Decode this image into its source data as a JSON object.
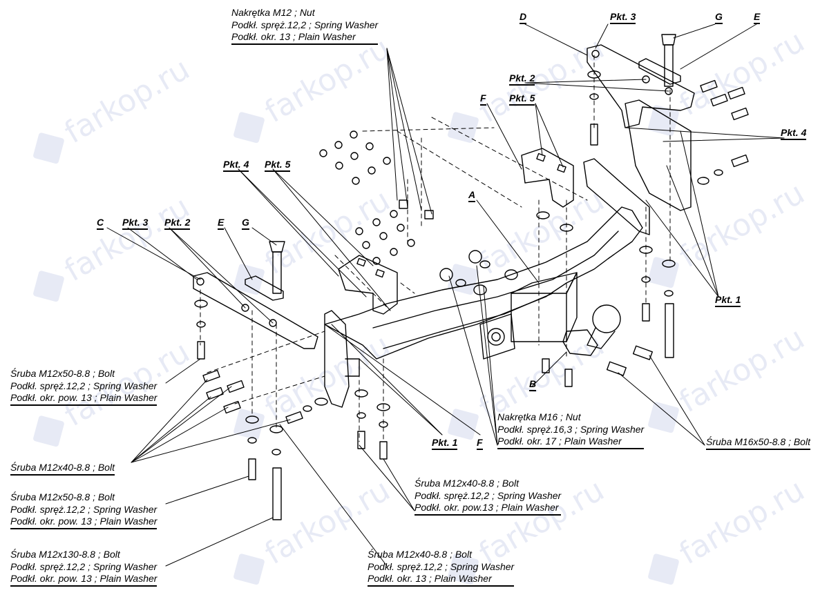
{
  "watermark": {
    "text": "farkop.ru"
  },
  "labels": {
    "top_nut": [
      "Nakrętka  M12 ; Nut",
      "Podkł. spręż.12,2 ; Spring Washer",
      "Podkł. okr. 13 ; Plain Washer"
    ],
    "D": "D",
    "pkt3_top": "Pkt. 3",
    "G_top": "G",
    "E_top": "E",
    "pkt2_top": "Pkt. 2",
    "F_top": "F",
    "pkt5_top": "Pkt. 5",
    "pkt4_right": "Pkt. 4",
    "A": "A",
    "pkt4_left": "Pkt. 4",
    "pkt5_left": "Pkt. 5",
    "C": "C",
    "pkt3_left": "Pkt. 3",
    "pkt2_left": "Pkt. 2",
    "E_left": "E",
    "G_left": "G",
    "pkt1_right": "Pkt. 1",
    "B": "B",
    "pkt1_bottom": "Pkt. 1",
    "F_bottom": "F",
    "bolt_m12x50_left": [
      "Śruba M12x50-8.8 ;  Bolt",
      "Podkł. spręż.12,2 ; Spring Washer",
      "Podkł. okr. pow. 13 ; Plain Washer"
    ],
    "bolt_m12x40_left": "Śruba M12x40-8.8 ;  Bolt",
    "nut_m16": [
      "Nakrętka  M16 ; Nut",
      "Podkł. spręż.16,3 ; Spring Washer",
      "Podkł. okr. 17 ; Plain Washer"
    ],
    "bolt_m16x50": "Śruba M16x50-8.8 ;  Bolt",
    "bolt_m12x40_mid": [
      "Śruba M12x40-8.8 ;  Bolt",
      "Podkł. spręż.12,2 ; Spring Washer",
      "Podkł. okr. pow.13 ; Plain Washer"
    ],
    "bolt_m12x50_low": [
      "Śruba M12x50-8.8 ;  Bolt",
      "Podkł. spręż.12,2 ; Spring Washer",
      "Podkł. okr. pow. 13 ; Plain Washer"
    ],
    "bolt_m12x130": [
      "Śruba M12x130-8.8 ;  Bolt",
      "Podkł. spręż.12,2 ; Spring Washer",
      "Podkł. okr. pow. 13 ; Plain Washer"
    ],
    "bolt_m12x40_bottom": [
      "Śruba M12x40-8.8 ;  Bolt",
      "Podkł. spręż.12,2 ; Spring Washer",
      "Podkł. okr. 13 ; Plain Washer"
    ]
  }
}
